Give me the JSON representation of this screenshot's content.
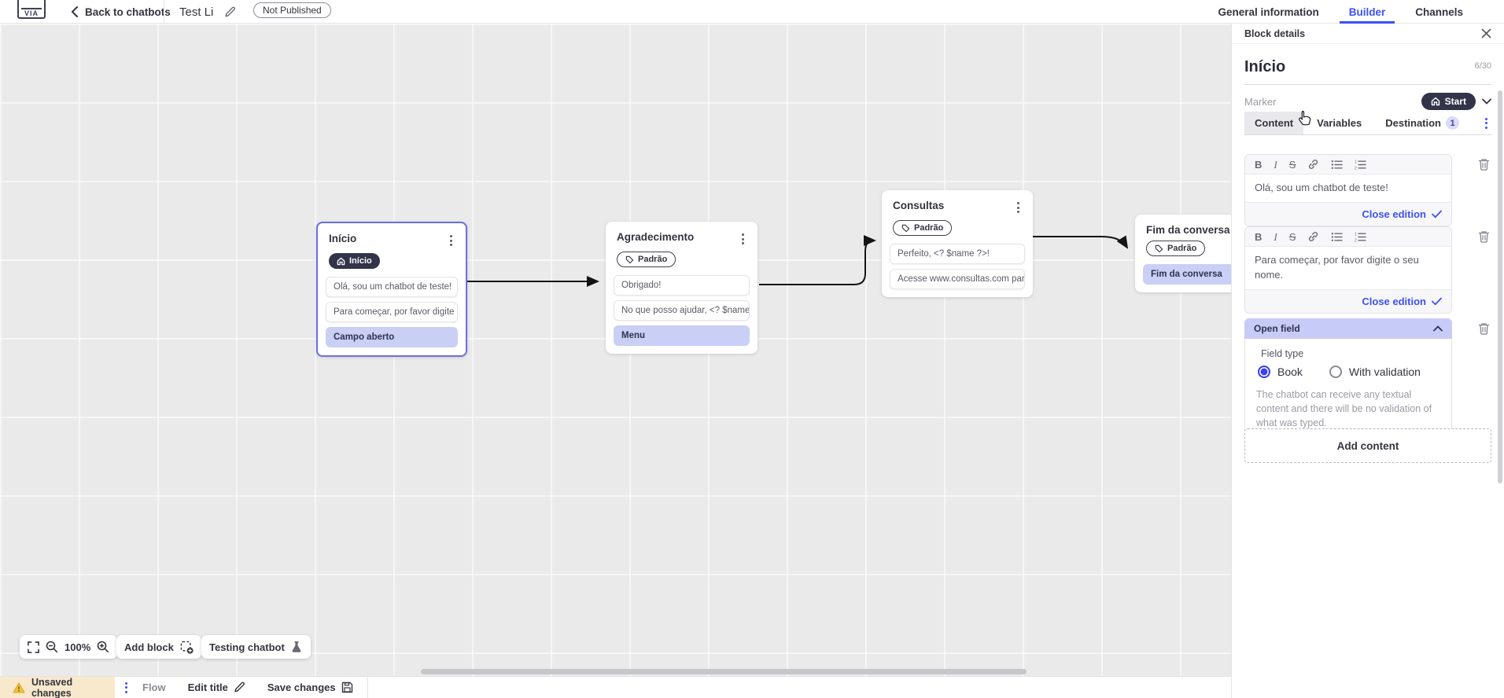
{
  "topbar": {
    "back_label": "Back to chatbots",
    "title": "Test Li",
    "status_badge": "Not Published",
    "tabs": [
      {
        "label": "General information",
        "active": false
      },
      {
        "label": "Builder",
        "active": true
      },
      {
        "label": "Channels",
        "active": false
      }
    ]
  },
  "canvas": {
    "blocks": [
      {
        "title": "Início",
        "badge": "Início",
        "rows": [
          {
            "text": "Olá, sou um chatbot de teste!",
            "style": "plain"
          },
          {
            "text": "Para começar, por favor digite o ...",
            "style": "plain"
          },
          {
            "text": "Campo aberto",
            "style": "highlight"
          }
        ]
      },
      {
        "title": "Agradecimento",
        "badge": "Padrão",
        "rows": [
          {
            "text": "Obrigado!",
            "style": "plain"
          },
          {
            "text": "No que posso ajudar, <? $name ...",
            "style": "plain"
          },
          {
            "text": "Menu",
            "style": "highlight"
          }
        ]
      },
      {
        "title": "Consultas",
        "badge": "Padrão",
        "rows": [
          {
            "text": "Perfeito, <? $name ?>!",
            "style": "plain"
          },
          {
            "text": "Acesse www.consultas.com par...",
            "style": "plain"
          }
        ]
      },
      {
        "title": "Fim da conversa",
        "badge": "Padrão",
        "rows": [
          {
            "text": "Fim da conversa",
            "style": "highlight"
          }
        ]
      }
    ],
    "zoom_level": "100%",
    "add_block_label": "Add block",
    "testing_label": "Testing chatbot"
  },
  "panel": {
    "header": "Block details",
    "block_name": "Início",
    "char_count": "6/30",
    "marker_label": "Marker",
    "marker_value": "Start",
    "tabs": [
      {
        "label": "Content"
      },
      {
        "label": "Variables"
      },
      {
        "label": "Destination",
        "badge": "1"
      }
    ],
    "toolbar": {
      "bold": "B",
      "italic": "I",
      "strike": "S"
    },
    "editors": [
      {
        "text": "Olá, sou um chatbot de teste!",
        "close_label": "Close edition"
      },
      {
        "text": "Para começar, por favor digite o seu nome.",
        "close_label": "Close edition"
      }
    ],
    "open_field": {
      "header": "Open field",
      "field_type_label": "Field type",
      "options": [
        {
          "label": "Book",
          "selected": true
        },
        {
          "label": "With validation",
          "selected": false
        }
      ],
      "description": "The chatbot can receive any textual content and there will be no validation of what was typed."
    },
    "add_content_label": "Add content"
  },
  "bottombar": {
    "unsaved_label": "Unsaved changes",
    "flow_label": "Flow",
    "edit_title_label": "Edit title",
    "save_label": "Save changes"
  },
  "colors": {
    "accent": "#3d50f5",
    "dark_pill": "#32344a",
    "highlight_row": "#c9cff5",
    "warning_bg": "#f8e8cc"
  }
}
